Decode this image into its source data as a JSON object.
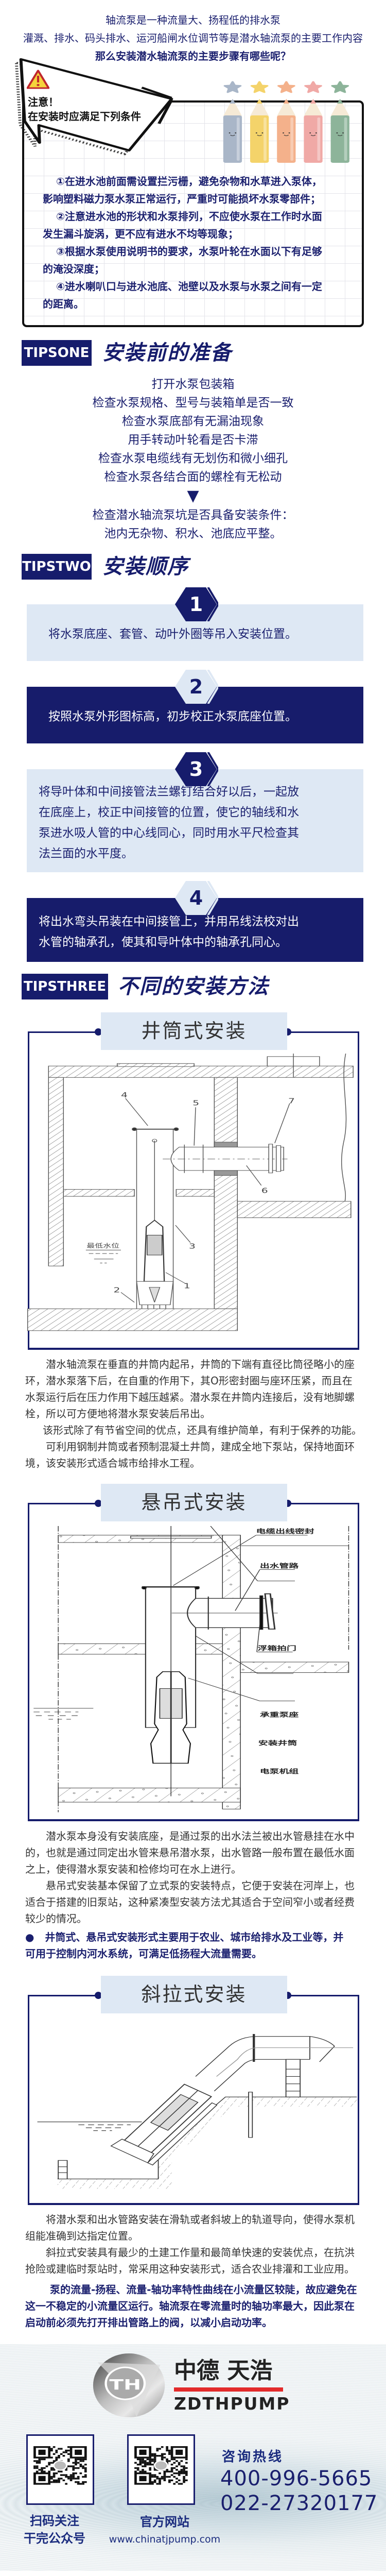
{
  "intro": {
    "lines": [
      "轴流泵是一种流量大、扬程低的排水泵",
      "灌溉、排水、码头排水、运河船闸水位调节等是潜水轴流泵的主要工作内容"
    ],
    "question": "那么安装潜水轴流泵的主要步骤有哪些呢？"
  },
  "notice": {
    "icon": "warning-icon",
    "title": "注意！",
    "subtitle": "在安装时应满足下列条件",
    "pencil_colors": [
      "#a9b6c8",
      "#f4d36a",
      "#f4b18b",
      "#f0a9a6",
      "#8db49a"
    ],
    "conditions": [
      [
        "①在进水池前面需设置拦污栅，避免杂物和水草进入泵体，",
        "影响塑料磁力泵水泵正常运行，严重时可能损坏水泵零部件；"
      ],
      [
        "②注意进水池的形状和水泵排列，不应使水泵在工作时水面",
        "发生漏斗旋涡，更不应有进水不均等现象；"
      ],
      [
        "③根据水泵使用说明书的要求，水泵叶轮在水面以下有足够",
        "的淹没深度；"
      ],
      [
        "④进水喇叭口与进水池底、池壁以及水泵与水泵之间有一定",
        "的距离。"
      ]
    ]
  },
  "tips_one": {
    "tag": "TIPSONE",
    "title": "安装前的准备",
    "checklist": [
      "打开水泵包装箱",
      "检查水泵规格、型号与装箱单是否一致",
      "检查水泵底部有无漏油现象",
      "用手转动叶轮看是否卡滞",
      "检查水泵电缆线有无划伤和微小细孔",
      "检查水泵各结合面的螺栓有无松动"
    ],
    "arrow": "▼",
    "pit_check": [
      "检查潜水轴流泵坑是否具备安装条件：",
      "池内无杂物、积水、池底应平整。"
    ]
  },
  "tips_two": {
    "tag": "TIPSTWO",
    "title": "安装顺序",
    "steps": [
      {
        "num": "1",
        "lines": [
          "将水泵底座、套管、动叶外圈等吊入安装位置。"
        ]
      },
      {
        "num": "2",
        "lines": [
          "按照水泵外形图标高，初步校正水泵底座位置。"
        ]
      },
      {
        "num": "3",
        "lines": [
          "将导叶体和中间接管法兰螺钉结合好以后，一起放",
          "在底座上，校正中间接管的位置，使它的轴线和水",
          "泵进水吸人管的中心线同心，同时用水平尺检查其",
          "法兰面的水平度。"
        ]
      },
      {
        "num": "4",
        "lines": [
          "将出水弯头吊装在中间接管上，并用吊线法校对出",
          "水管的轴承孔，使其和导叶体中的轴承孔同心。"
        ]
      }
    ]
  },
  "tips_three": {
    "tag": "TIPSTHREE",
    "title": "不同的安装方法",
    "methods": [
      {
        "label": "井筒式安装",
        "diagram_labels": [
          "1",
          "2",
          "3",
          "4",
          "5",
          "6",
          "7",
          "最低水位"
        ],
        "paragraphs": [
          [
            "潜水轴流泵在垂直的井筒内起吊，井筒的下端有直径比筒径略小的座",
            "环，潜水泵落下后，在自重的作用下，其O形密封圈与座环压紧，而且在",
            "水泵运行后在压力作用下越压越紧。潜水泵在井筒内连接后，没有地脚螺",
            "栓，所以可方便地将潜水泵安装后吊出。"
          ],
          [
            "该形式除了有节省空间的优点，还具有维护简单，有利于保养的功能。"
          ],
          [
            "可利用钢制井筒或者预制混凝土井筒，建成全地下泵站，保持地面环",
            "境，该安装形式适合城市给排水工程。"
          ]
        ]
      },
      {
        "label": "悬吊式安装",
        "diagram_labels": [
          "电缆出线密封",
          "出水管路",
          "浮箱拍门",
          "承重泵座",
          "安装井筒",
          "电泵机组"
        ],
        "paragraphs": [
          [
            "潜水泵本身没有安装底座，是通过泵的出水法兰被出水管悬挂在水中",
            "的，也就是通过同定出水管来悬吊潜水泵，出水管路一般布置在最低水面",
            "之上，使得潜水泵安装和检修均可在水上进行。"
          ],
          [
            "悬吊式安装基本保留了立式泵的安装特点，它便于安装在河岸上，也",
            "适合于搭建的旧泵站，这种紧凑型安装方法尤其适合于空间窄小或者经费",
            "较少的情况。"
          ]
        ],
        "highlight": [
          "●   井筒式、悬吊式安装形式主要用于农业、城市给排水及工业等，并",
          "可用于控制内河水系统，可满足低扬程大流量需要。"
        ]
      },
      {
        "label": "斜拉式安装",
        "paragraphs": [
          [
            "将潜水泵和出水管路安装在滑轨或者斜坡上的轨道导向，使得水泵机",
            "组能准确到达指定位置。"
          ],
          [
            "斜拉式安装具有最少的土建工作量和最简单快速的安装优点，在抗洪",
            "抢险或建临时泵站时，常采用这种安装形式，适合农业排灌和工业应用。"
          ]
        ],
        "highlight": [
          "泵的流量-扬程、流量-轴功率特性曲线在小流量区较陡，故应避免在",
          "这一不稳定的小流量区运行。轴流泵在零流量时的轴功率最大，因此泵在",
          "启动前必须先打开排出管路上的阀，以减小启动功率。"
        ]
      }
    ]
  },
  "footer": {
    "brand_cn": "中德 天浩",
    "brand_en": "ZDTHPUMP",
    "logo_letters": "TH",
    "qr_follow": [
      "扫码关注",
      "干完公众号"
    ],
    "qr_site": [
      "官方网站",
      "www.chinatjpump.com"
    ],
    "hotline_label": "咨询热线",
    "phones": [
      "400-996-5665",
      "022-27320177"
    ],
    "accent_red": "#e32b2b",
    "navy": "#161c6c"
  }
}
